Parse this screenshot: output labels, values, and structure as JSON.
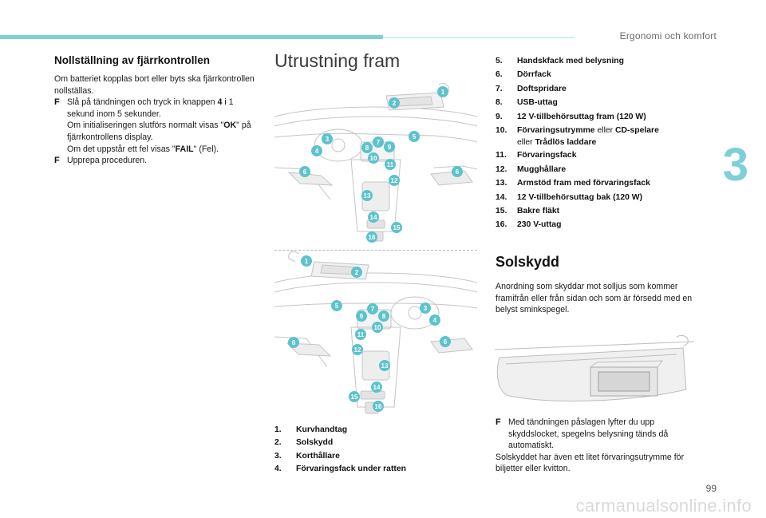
{
  "header": {
    "chapter_title": "Ergonomi och komfort",
    "chapter_number": "3"
  },
  "footer": {
    "page_number": "99",
    "watermark": "carmanualsonline.info"
  },
  "left": {
    "heading": "Nollställning av fjärrkontrollen",
    "intro": "Om batteriet kopplas bort eller byts ska fjärrkontrollen nollställas.",
    "bullet_symbol": "F",
    "step1_a": "Slå på tändningen och tryck in knappen ",
    "step1_key": "4",
    "step1_b": " i 1 sekund inom 5 sekunder.",
    "step1_c": "Om initialiseringen slutförs normalt visas \"",
    "step1_ok": "OK",
    "step1_d": "\" på fjärrkontrollens display.",
    "step1_e": "Om det uppstår ett fel visas \"",
    "step1_fail": "FAIL",
    "step1_f": "\" (Fel).",
    "step2": "Upprepa proceduren."
  },
  "middle": {
    "title": "Utrustning fram",
    "badge_numbers": [
      "1",
      "2",
      "3",
      "4",
      "5",
      "6",
      "7",
      "8",
      "9",
      "10",
      "11",
      "12",
      "13",
      "14",
      "15",
      "16"
    ],
    "legend": [
      {
        "num": "1.",
        "text": "Kurvhandtag"
      },
      {
        "num": "2.",
        "text": "Solskydd"
      },
      {
        "num": "3.",
        "text": "Korthållare"
      },
      {
        "num": "4.",
        "text": "Förvaringsfack under ratten"
      }
    ]
  },
  "right": {
    "legend": [
      {
        "num": "5.",
        "text": "Handskfack med belysning"
      },
      {
        "num": "6.",
        "text": "Dörrfack"
      },
      {
        "num": "7.",
        "text": "Doftspridare"
      },
      {
        "num": "8.",
        "text": "USB-uttag"
      },
      {
        "num": "9.",
        "text": "12 V-tillbehörsuttag fram (120 W)"
      },
      {
        "num": "10.",
        "text_a": "Förvaringsutrymme",
        "text_b": " eller ",
        "text_c": "CD-spelare",
        "sub_a": "eller ",
        "sub_b": "Trådlös laddare"
      },
      {
        "num": "11.",
        "text": "Förvaringsfack"
      },
      {
        "num": "12.",
        "text": "Mugghållare"
      },
      {
        "num": "13.",
        "text": "Armstöd fram med förvaringsfack"
      },
      {
        "num": "14.",
        "text": "12 V-tillbehörsuttag bak (120 W)"
      },
      {
        "num": "15.",
        "text": "Bakre fläkt"
      },
      {
        "num": "16.",
        "text": "230 V-uttag"
      }
    ],
    "heading": "Solskydd",
    "description": "Anordning som skyddar mot solljus som kommer framifrån eller från sidan och som är försedd med en belyst sminkspegel.",
    "bullet_symbol": "F",
    "bullet_text": "Med tändningen påslagen lyfter du upp skyddslocket, spegelns belysning tänds då automatiskt.",
    "note": "Solskyddet har även ett litet förvaringsutrymme för biljetter eller kvitton."
  },
  "colors": {
    "accent": "#7ecfd6",
    "badge": "#5cc3cc",
    "text": "#1a1a1a"
  }
}
